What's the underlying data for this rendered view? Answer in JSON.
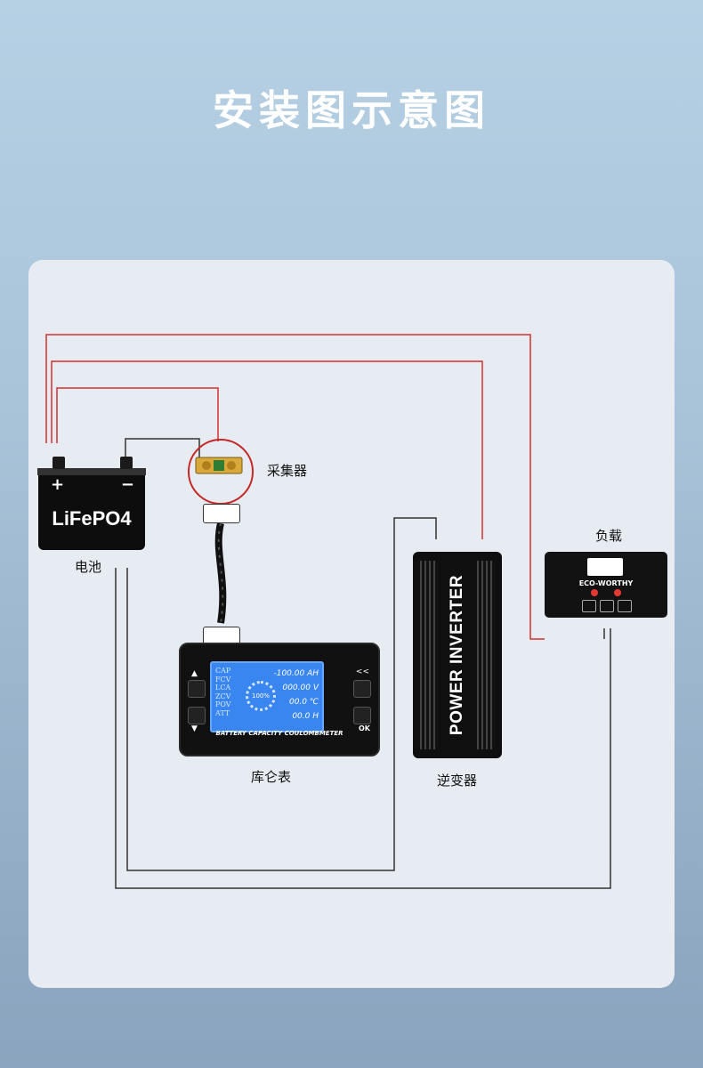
{
  "page": {
    "title": "安装图示意图"
  },
  "labels": {
    "collector": "采集器",
    "battery": "电池",
    "meter": "库仑表",
    "inverter": "逆变器",
    "load": "负载"
  },
  "battery": {
    "plus": "+",
    "minus": "−",
    "text": "LiFePO4"
  },
  "meter": {
    "caption": "BATTERY CAPACITY COULOMBMETER",
    "rows": [
      "CAP",
      "FCV",
      "LCA",
      "ZCV",
      "POV",
      "ATT"
    ],
    "values": [
      "-100.00 AH",
      "000.00 V",
      "00.0 ℃",
      "00.0 H"
    ],
    "ring": "100%",
    "btn_back": "<<",
    "btn_ok": "OK"
  },
  "inverter": {
    "text": "POWER INVERTER"
  },
  "load": {
    "brand": "ECO-WORTHY"
  },
  "colors": {
    "positive_wire": "#d32f2f",
    "negative_wire": "#333333",
    "accent": "#3a86f0"
  }
}
